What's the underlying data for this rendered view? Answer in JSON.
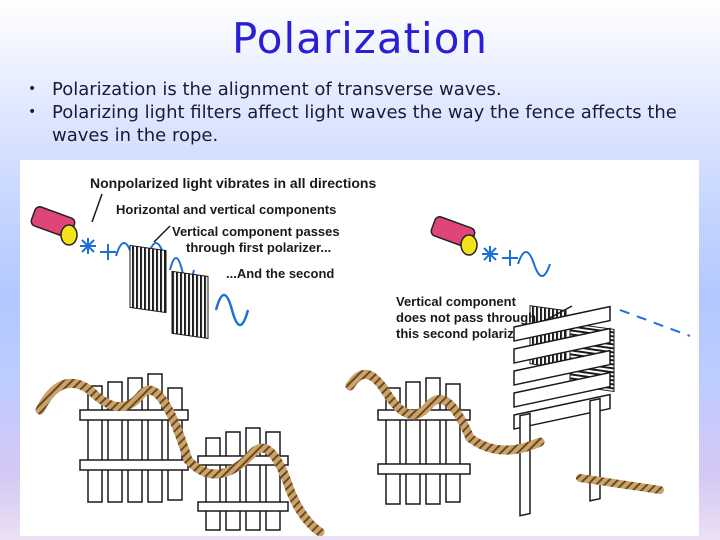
{
  "slide": {
    "title": "Polarization",
    "bullets": [
      "Polarization is the alignment of transverse waves.",
      "Polarizing light filters affect light waves the way the fence affects the waves in the rope."
    ],
    "bullet_marker": "•"
  },
  "figure": {
    "labels": {
      "nonpolarized": "Nonpolarized light vibrates in all directions",
      "components": "Horizontal and vertical components",
      "passes_1": "Vertical component passes",
      "passes_2": "through first polarizer...",
      "second": "...And the second",
      "blocked_1": "Vertical component",
      "blocked_2": "does not pass through",
      "blocked_3": "this second polarizer"
    },
    "icons": [
      "flashlight-icon",
      "sparkle-icon"
    ],
    "colors": {
      "wave": "#1e6fd9",
      "flashlight": "#e0457a",
      "lens": "#f2e21a"
    }
  }
}
